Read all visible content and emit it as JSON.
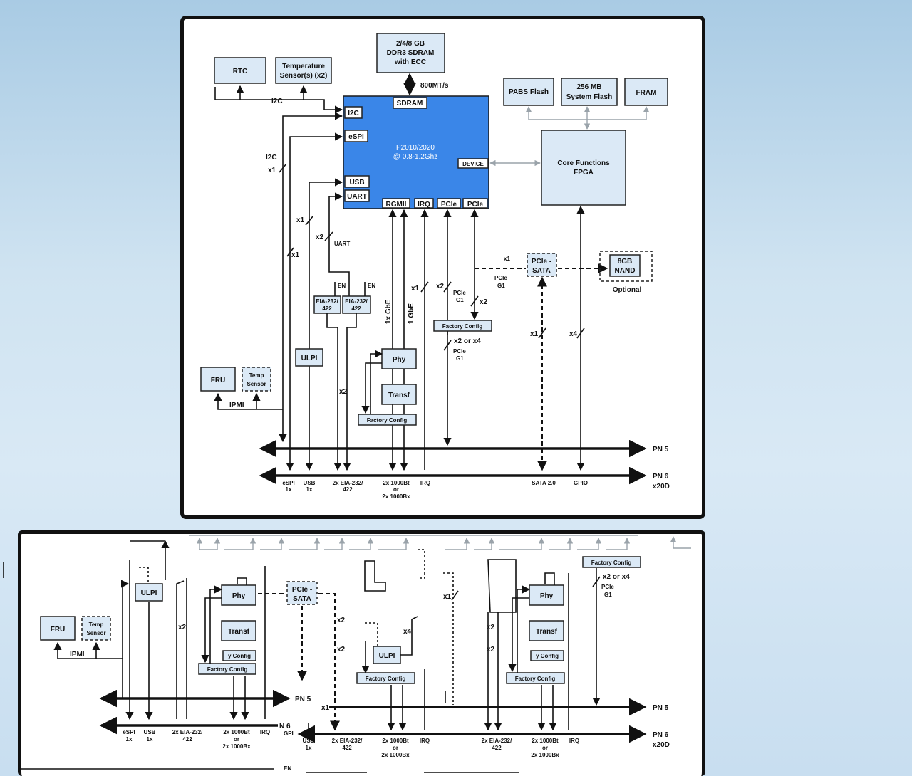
{
  "top": {
    "rtc": "RTC",
    "temp_sensors": [
      "Temperature",
      "Sensor(s) (x2)"
    ],
    "ddr": [
      "2/4/8 GB",
      "DDR3 SDRAM",
      "with ECC"
    ],
    "ddr_speed": "800MT/s",
    "pabs_flash": "PABS Flash",
    "sys_flash": [
      "256 MB",
      "System Flash"
    ],
    "fram": "FRAM",
    "cpu_name": [
      "P2010/2020",
      "@ 0.8-1.2Ghz"
    ],
    "cpu_ports": {
      "sdram": "SDRAM",
      "i2c": "I2C",
      "espi": "eSPI",
      "usb": "USB",
      "uart": "UART",
      "device": "DEVICE",
      "rgmii": "RGMII",
      "irq": "IRQ",
      "pcie1": "PCIe",
      "pcie2": "PCIe"
    },
    "fpga": [
      "Core Functions",
      "FPGA"
    ],
    "pcie_sata": [
      "PCIe -",
      "SATA"
    ],
    "nand": [
      "8GB",
      "NAND"
    ],
    "optional": "Optional",
    "eia1": [
      "EIA-232/",
      "422"
    ],
    "eia2": [
      "EIA-232/",
      "422"
    ],
    "en": "EN",
    "ulpi": "ULPI",
    "phy": "Phy",
    "transf": "Transf",
    "factory_config": "Factory Config",
    "fru": "FRU",
    "temp_sensor": [
      "Temp",
      "Sensor"
    ],
    "ipmi": "IPMI",
    "labels": {
      "i2c_a": "I2C",
      "i2c_b": "I2C",
      "x1": "x1",
      "x2": "x2",
      "x4": "x4",
      "uart": "UART",
      "gbe1": "1x GbE",
      "gbe2": "1 GbE",
      "pcie_g1": [
        "PCIe",
        "G1"
      ],
      "x2orx4": "x2 or x4"
    },
    "pn5": "PN 5",
    "pn6": [
      "PN 6",
      "x20D"
    ],
    "bottom_labels": {
      "espi": [
        "eSPI",
        "1x"
      ],
      "usb": [
        "USB",
        "1x"
      ],
      "eia": [
        "2x EIA-232/",
        "422"
      ],
      "eth": [
        "2x 1000Bt",
        "or",
        "2x 1000Bx"
      ],
      "irq": "IRQ",
      "sata": "SATA 2.0",
      "gpio": "GPIO"
    }
  },
  "bottom": {
    "ulpi": "ULPI",
    "phy": "Phy",
    "transf": "Transf",
    "yconfig": "y Config",
    "factory_config": "Factory Config",
    "pcie_sata": [
      "PCIe -",
      "SATA"
    ],
    "fru": "FRU",
    "temp_sensor": [
      "Temp",
      "Sensor"
    ],
    "ipmi": "IPMI",
    "x1": "x1",
    "x2": "x2",
    "x4": "x4",
    "x2orx4": "x2 or x4",
    "pcie_g1": [
      "PCIe",
      "G1"
    ],
    "pn5": "PN 5",
    "pn6_left": "N 6",
    "pn6_right": [
      "PN 6",
      "x20D"
    ],
    "gpio_cut": "GPI",
    "en": "EN",
    "espi": [
      "eSPI",
      "1x"
    ],
    "usb": [
      "USB",
      "1x"
    ],
    "eia": [
      "2x EIA-232/",
      "422"
    ],
    "eth": [
      "2x 1000Bt",
      "or",
      "2x 1000Bx"
    ],
    "irq": "IRQ"
  }
}
